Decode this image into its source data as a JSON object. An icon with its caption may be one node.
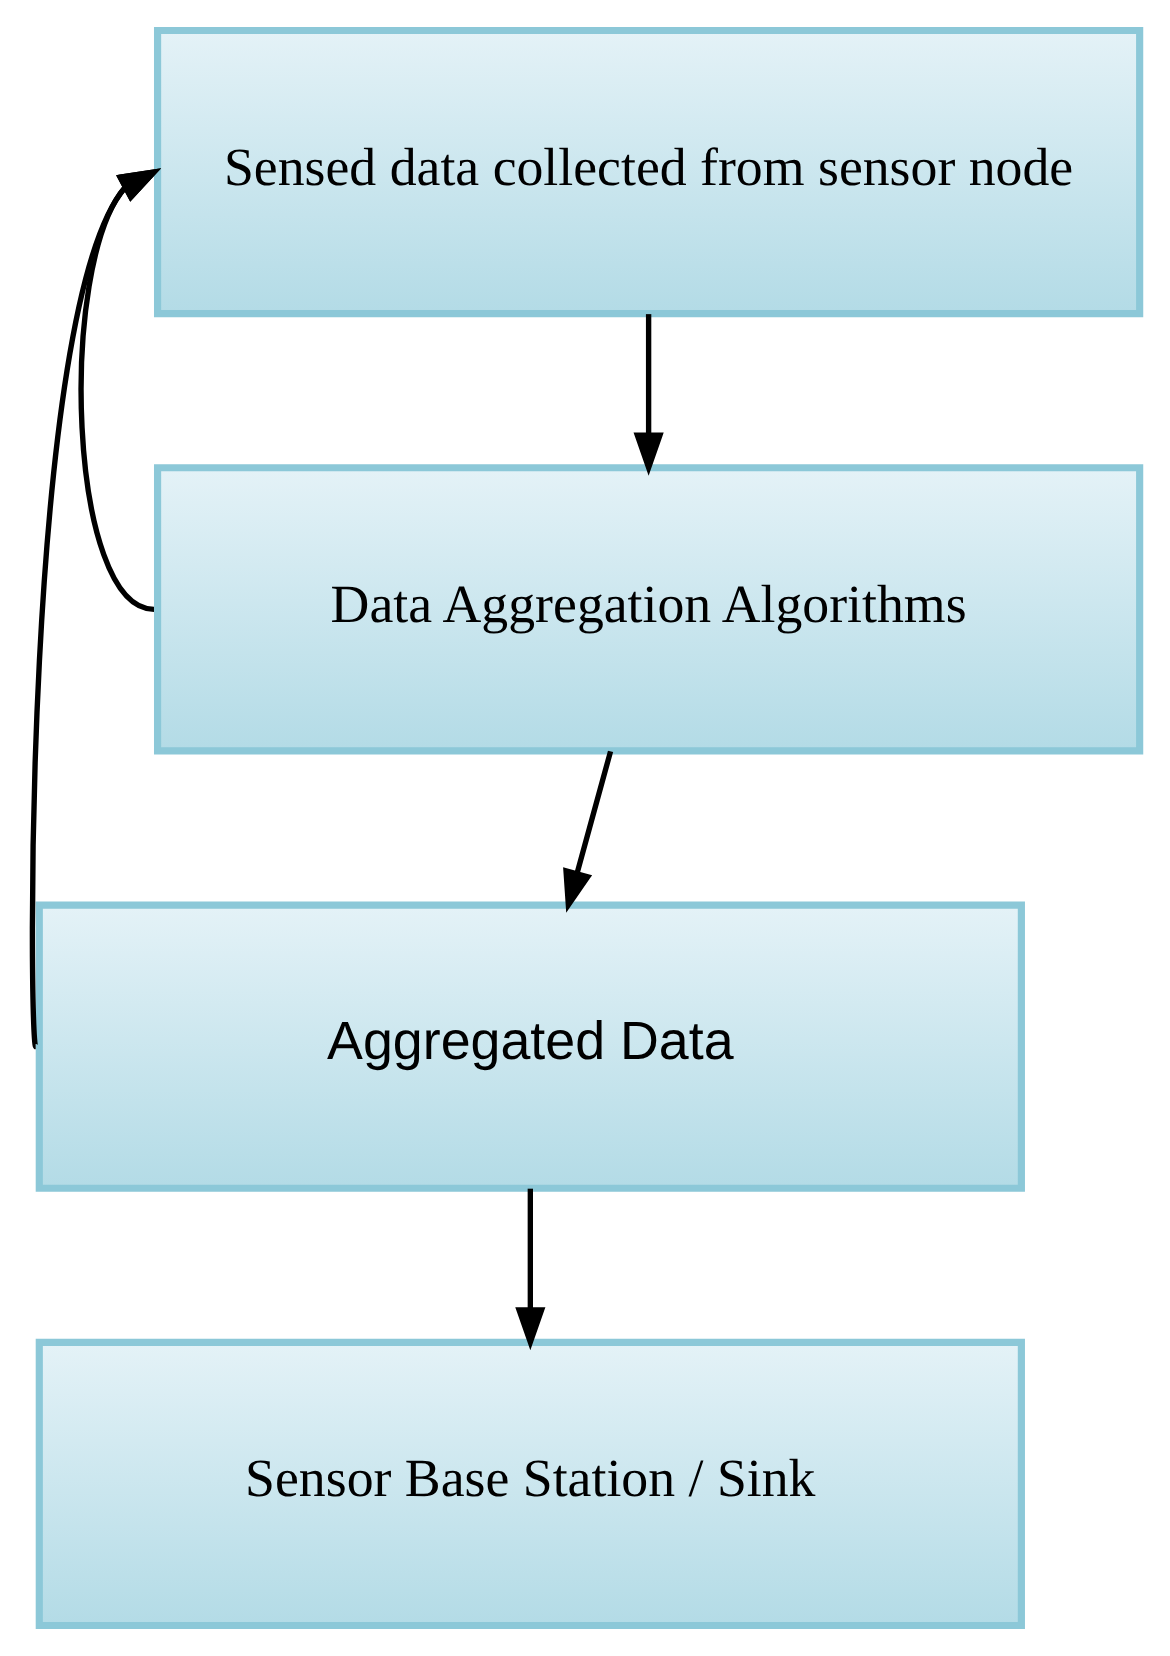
{
  "diagram": {
    "nodes": [
      {
        "text": [
          "Sensed data collected from sensor node"
        ]
      },
      {
        "text": [
          "Data Aggregation Algorithms"
        ]
      },
      {
        "text": [
          "Aggregated Data"
        ]
      },
      {
        "text": [
          "Sensor Base Station / Sink"
        ]
      }
    ],
    "edges": [
      {
        "from": 0,
        "to": 1,
        "arrow": "to"
      },
      {
        "from": 1,
        "to": 2,
        "arrow": "to"
      },
      {
        "from": 2,
        "to": 3,
        "arrow": "to"
      },
      {
        "from": 2,
        "to": 0,
        "arrow": "to"
      },
      {
        "from": 1,
        "to": 0,
        "arrow": "to"
      }
    ]
  }
}
